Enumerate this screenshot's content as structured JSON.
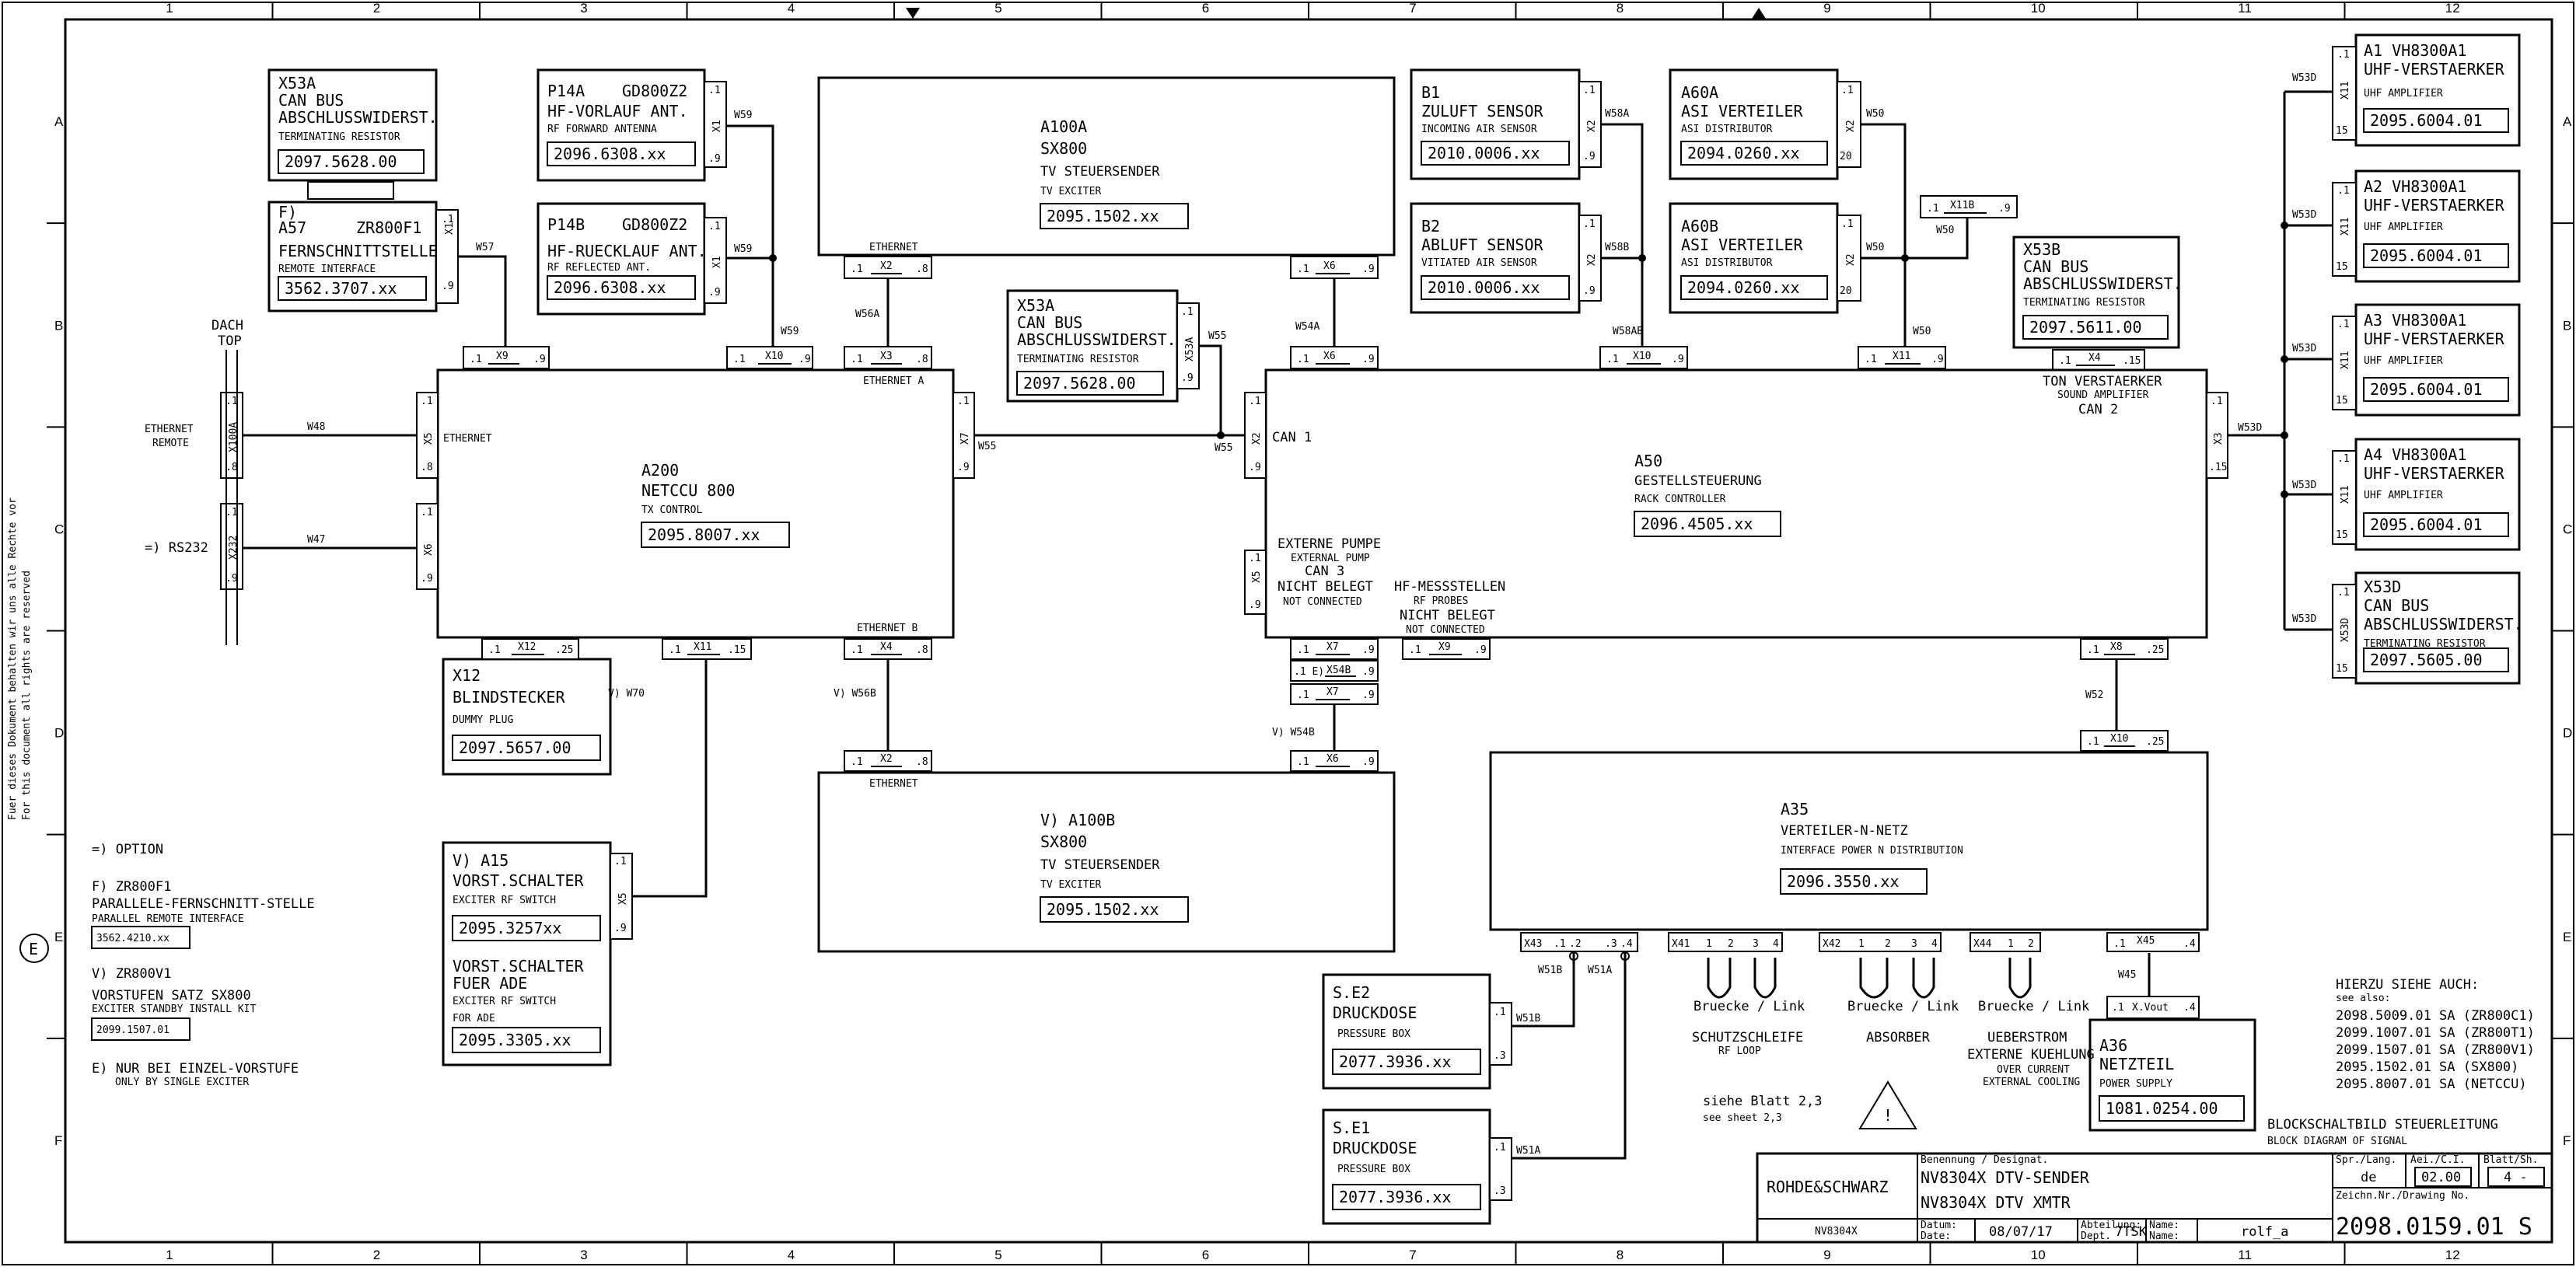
{
  "grid": {
    "columns": [
      "1",
      "2",
      "3",
      "4",
      "5",
      "6",
      "7",
      "8",
      "9",
      "10",
      "11",
      "12"
    ],
    "rows": [
      "A",
      "B",
      "C",
      "D",
      "E",
      "F"
    ]
  },
  "side_note": {
    "line1": "Fuer dieses Dokument behalten wir uns alle Rechte vor",
    "line2": "For this document all rights are reserved",
    "revision": "E"
  },
  "dach_top": [
    "DACH",
    "TOP"
  ],
  "ethernet_remote": [
    "ETHERNET",
    "REMOTE"
  ],
  "rs232": "=) RS232",
  "modules": {
    "x53a_top": {
      "title": "X53A",
      "lines": [
        "CAN BUS",
        "ABSCHLUSSWIDERST."
      ],
      "sub": "TERMINATING RESISTOR",
      "part": "2097.5628.00"
    },
    "a57": {
      "tag": "F)",
      "title": "A57",
      "type": "ZR800F1",
      "lines": [
        "FERNSCHNITTSTELLE"
      ],
      "sub": "REMOTE INTERFACE",
      "part": "3562.3707.xx"
    },
    "p14a": {
      "title": "P14A",
      "type": "GD800Z2",
      "lines": [
        "HF-VORLAUF ANT."
      ],
      "sub": "RF FORWARD ANTENNA",
      "part": "2096.6308.xx"
    },
    "p14b": {
      "title": "P14B",
      "type": "GD800Z2",
      "lines": [
        "HF-RUECKLAUF ANT."
      ],
      "sub": "RF REFLECTED ANT.",
      "part": "2096.6308.xx"
    },
    "a100a": {
      "title": "A100A",
      "lines": [
        "SX800",
        "TV STEUERSENDER"
      ],
      "sub": "TV EXCITER",
      "part": "2095.1502.xx"
    },
    "x53a_mid": {
      "title": "X53A",
      "lines": [
        "CAN BUS",
        "ABSCHLUSSWIDERST."
      ],
      "sub": "TERMINATING RESISTOR",
      "part": "2097.5628.00"
    },
    "b1": {
      "title": "B1",
      "lines": [
        "ZULUFT SENSOR"
      ],
      "sub": "INCOMING AIR SENSOR",
      "part": "2010.0006.xx"
    },
    "b2": {
      "title": "B2",
      "lines": [
        "ABLUFT SENSOR"
      ],
      "sub": "VITIATED AIR SENSOR",
      "part": "2010.0006.xx"
    },
    "a60a": {
      "title": "A60A",
      "lines": [
        "ASI VERTEILER"
      ],
      "sub": "ASI DISTRIBUTOR",
      "part": "2094.0260.xx"
    },
    "a60b": {
      "title": "A60B",
      "lines": [
        "ASI VERTEILER"
      ],
      "sub": "ASI DISTRIBUTOR",
      "part": "2094.0260.xx"
    },
    "x53b": {
      "title": "X53B",
      "lines": [
        "CAN BUS",
        "ABSCHLUSSWIDERST."
      ],
      "sub": "TERMINATING RESISTOR",
      "part": "2097.5611.00"
    },
    "a1": {
      "title": "A1 VH8300A1",
      "lines": [
        "UHF-VERSTAERKER"
      ],
      "sub": "UHF AMPLIFIER",
      "part": "2095.6004.01"
    },
    "a2": {
      "title": "A2 VH8300A1",
      "lines": [
        "UHF-VERSTAERKER"
      ],
      "sub": "UHF AMPLIFIER",
      "part": "2095.6004.01"
    },
    "a3": {
      "title": "A3 VH8300A1",
      "lines": [
        "UHF-VERSTAERKER"
      ],
      "sub": "UHF AMPLIFIER",
      "part": "2095.6004.01"
    },
    "a4": {
      "title": "A4 VH8300A1",
      "lines": [
        "UHF-VERSTAERKER"
      ],
      "sub": "UHF AMPLIFIER",
      "part": "2095.6004.01"
    },
    "x53d": {
      "title": "X53D",
      "lines": [
        "CAN BUS",
        "ABSCHLUSSWIDERST."
      ],
      "sub": "TERMINATING RESISTOR",
      "part": "2097.5605.00"
    },
    "a200": {
      "title": "A200",
      "lines": [
        "NETCCU 800"
      ],
      "sub": "TX CONTROL",
      "part": "2095.8007.xx"
    },
    "a50": {
      "title": "A50",
      "lines": [
        "GESTELLSTEUERUNG"
      ],
      "sub": "RACK CONTROLLER",
      "part": "2096.4505.xx"
    },
    "x12": {
      "title": "X12",
      "lines": [
        "BLINDSTECKER"
      ],
      "sub": "DUMMY PLUG",
      "part": "2097.5657.00"
    },
    "a100b": {
      "title": "V) A100B",
      "lines": [
        "SX800",
        "TV STEUERSENDER"
      ],
      "sub": "TV EXCITER",
      "part": "2095.1502.xx"
    },
    "a35": {
      "title": "A35",
      "lines": [
        "VERTEILER-N-NETZ"
      ],
      "sub": "INTERFACE POWER N DISTRIBUTION",
      "part": "2096.3550.xx"
    },
    "a15": {
      "title": "V) A15",
      "lines": [
        "VORST.SCHALTER"
      ],
      "sub": "EXCITER  RF SWITCH",
      "part": "2095.3257xx",
      "lines2": [
        "VORST.SCHALTER",
        "FUER ADE"
      ],
      "sub2": "EXCITER  RF SWITCH",
      "sub3": "FOR ADE",
      "part2": "2095.3305.xx"
    },
    "se2": {
      "title": "S.E2",
      "lines": [
        "DRUCKDOSE"
      ],
      "sub": "PRESSURE BOX",
      "part": "2077.3936.xx"
    },
    "se1": {
      "title": "S.E1",
      "lines": [
        "DRUCKDOSE"
      ],
      "sub": "PRESSURE BOX",
      "part": "2077.3936.xx"
    },
    "a36": {
      "title": "A36",
      "lines": [
        "NETZTEIL"
      ],
      "sub": "POWER SUPPLY",
      "part": "1081.0254.00"
    }
  },
  "a200_labels": {
    "ethernet": "ETHERNET",
    "ethernet_a": "ETHERNET A",
    "ethernet_b": "ETHERNET B"
  },
  "a50_labels": {
    "can1": "CAN 1",
    "pump": "EXTERNE PUMPE",
    "pump_en": "EXTERNAL PUMP",
    "can3": "CAN 3",
    "nb1": "NICHT BELEGT",
    "nc1": "NOT CONNECTED",
    "hf": "HF-MESSSTELLEN",
    "hf_en": "RF PROBES",
    "nb2": "NICHT BELEGT",
    "nc2": "NOT CONNECTED",
    "ton": "TON VERSTAERKER",
    "ton_en": "SOUND AMPLIFIER",
    "can2": "CAN 2"
  },
  "a100_ethernet": "ETHERNET",
  "wires": {
    "W48": "W48",
    "W47": "W47",
    "W57": "W57",
    "W59a": "W59",
    "W59b": "W59",
    "W59c": "W59",
    "W56A": "W56A",
    "W55a": "W55",
    "W55b": "W55",
    "W55c": "W55",
    "W54A": "W54A",
    "W58A": "W58A",
    "W58B": "W58B",
    "W58AB": "W58AB",
    "W50a": "W50",
    "W50b": "W50",
    "W50c": "W50",
    "W50d": "W50",
    "W53D": "W53D",
    "W52": "W52",
    "W45": "W45",
    "W70": "V) W70",
    "W56B": "V) W56B",
    "W54B": "V) W54B",
    "W51B": "W51B",
    "W51A": "W51A",
    "W51Bb": "W51B",
    "W51Ab": "W51A"
  },
  "links": {
    "x41": "X41",
    "x42": "X42",
    "x44": "X44",
    "x43": "X43",
    "x45": "X45",
    "xvout": "X.Vout",
    "bruecke": "Bruecke / Link",
    "schutz": "SCHUTZSCHLEIFE",
    "rf_loop": "RF LOOP",
    "absorber": "ABSORBER",
    "ueber": "UEBERSTROM",
    "ext_kuehl": "EXTERNE KUEHLUNG",
    "over_current": "OVER CURRENT",
    "ext_cooling": "EXTERNAL COOLING"
  },
  "legend": {
    "option": "=) OPTION",
    "f_title": "F) ZR800F1",
    "f_desc": "PARALLELE-FERNSCHNITT-STELLE",
    "f_sub": "PARALLEL REMOTE INTERFACE",
    "f_part": "3562.4210.xx",
    "v_title": "V) ZR800V1",
    "v_desc": "VORSTUFEN SATZ  SX800",
    "v_sub": "EXCITER STANDBY INSTALL KIT",
    "v_part": "2099.1507.01",
    "e_title": "E) NUR BEI EINZEL-VORSTUFE",
    "e_sub": "ONLY BY SINGLE EXCITER"
  },
  "hierzu": {
    "title": "HIERZU SIEHE AUCH:",
    "sub": "see also:",
    "items": [
      "2098.5009.01 SA (ZR800C1)",
      "2099.1007.01 SA (ZR800T1)",
      "2099.1507.01 SA (ZR800V1)",
      "2095.1502.01 SA   (SX800)",
      "2095.8007.01 SA (NETCCU)"
    ]
  },
  "siehe": {
    "de": "siehe Blatt 2,3",
    "en": "see sheet 2,3"
  },
  "title_block": {
    "company": "ROHDE&SCHWARZ",
    "model_small": "NV8304X",
    "benennung_label": "Benennung / Designat.",
    "line1": "NV8304X   DTV-SENDER",
    "line2": "NV8304X   DTV   XMTR",
    "datum_label": "Datum:",
    "date_label": "Date:",
    "date": "08/07/17",
    "abt_label": "Abteilung:",
    "dept_label": "Dept.",
    "dept": "7TSK",
    "name_label": "Name:",
    "name_label2": "Name:",
    "name": "rolf_a",
    "spr_label": "Spr./Lang.",
    "lang": "de",
    "aei_label": "Aei./C.I.",
    "ci": "02.00",
    "blatt_label": "Blatt/Sh.",
    "sheet": "4 -",
    "zeich_label": "Zeichn.Nr./Drawing No.",
    "drawing_no": "2098.0159.01 S",
    "block_de": "BLOCKSCHALTBILD STEUERLEITUNG",
    "block_en": "BLOCK DIAGRAM OF SIGNAL"
  }
}
